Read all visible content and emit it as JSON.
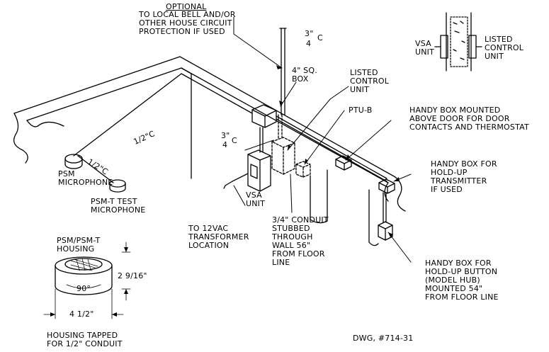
{
  "labels": {
    "optional_title": "OPTIONAL",
    "optional_body": "TO LOCAL BELL AND/OR\nOTHER HOUSE CIRCUIT\nPROTECTION IF USED",
    "conduit_top": "C",
    "conduit_top_frac_num": "3\"",
    "conduit_top_frac_den": "4",
    "sq_box": "4\" SQ.\nBOX",
    "listed_control_unit": "LISTED\nCONTROL\nUNIT",
    "ptu_b": "PTU-B",
    "handy_box_door": "HANDY BOX MOUNTED\nABOVE DOOR FOR DOOR\nCONTACTS AND THERMOSTAT",
    "handy_box_holdup_transmitter": "HANDY BOX FOR\nHOLD-UP\nTRANSMITTER\nIF USED",
    "handy_box_holdup_button": "HANDY BOX FOR\nHOLD-UP BUTTON\n(MODEL HUB)\nMOUNTED 54\"\nFROM FLOOR LINE",
    "conduit_left_num": "3\"",
    "conduit_left_den": "4",
    "conduit_left_c": "C",
    "vsa_unit": "VSA\nUNIT",
    "to_12vac": "TO 12VAC\nTRANSFORMER\nLOCATION",
    "conduit_stubbed": "3/4\" CONDUIT\nSTUBBED\nTHROUGH\nWALL 56\"\nFROM FLOOR\nLINE",
    "half_c_top": "1/2\"C",
    "half_c_mic": "1/2\"C",
    "psm_microphone": "PSM\nMICROPHONE",
    "psm_t_test": "PSM-T TEST\nMICROPHONE",
    "psm_housing": "PSM/PSM-T\nHOUSING",
    "dim_height": "2 9/16\"",
    "dim_width": "4 1/2\"",
    "dim_angle": "90°",
    "housing_tapped": "HOUSING TAPPED\nFOR 1/2\" CONDUIT",
    "inset_vsa_unit": "VSA\nUNIT",
    "inset_listed_control_unit": "LISTED\nCONTROL\nUNIT",
    "dwg_number": "DWG, #714-31"
  }
}
